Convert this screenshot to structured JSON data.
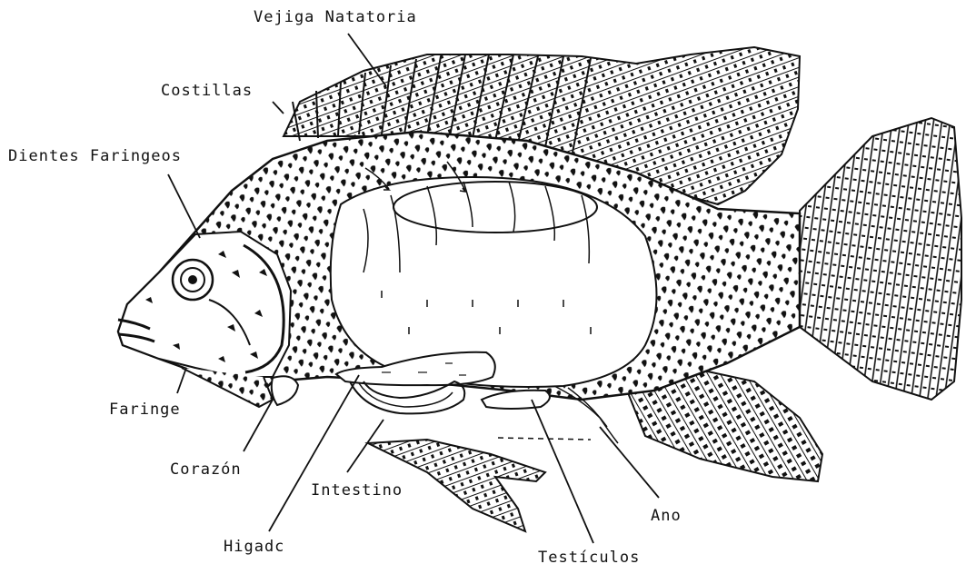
{
  "labels": {
    "vejiga": "Vejiga Natatoria",
    "costillas": "Costillas",
    "dientes": "Dientes Faringeos",
    "faringe": "Faringe",
    "corazon": "Corazón",
    "intestino": "Intestino",
    "higado": "Higadc",
    "ano": "Ano",
    "testiculos": "Testículos"
  },
  "colors": {
    "ink": "#111111",
    "background": "#ffffff"
  }
}
